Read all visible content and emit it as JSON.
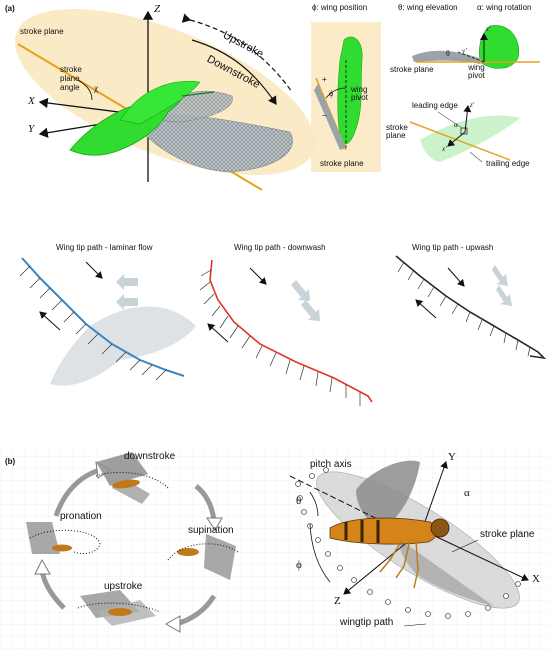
{
  "panel_a": {
    "tag": "(a)",
    "left": {
      "axis_z": "Z",
      "axis_x": "X",
      "axis_y": "Y",
      "stroke_plane": "stroke plane",
      "stroke_plane_angle": "stroke\nplane\nangle",
      "chi": "χ",
      "upstroke": "Upstroke",
      "downstroke": "Downstroke"
    },
    "legend": {
      "phi_def": "ϕ: wing position",
      "theta_def": "θ: wing elevation",
      "alpha_def": "α: wing rotation"
    },
    "inset_front": {
      "wing_pivot": "wing\npivot",
      "stroke_plane": "stroke plane",
      "phi": "ϕ",
      "plus": "+",
      "minus": "−"
    },
    "inset_side": {
      "stroke_plane": "stroke plane",
      "wing_pivot": "wing\npivot",
      "theta": "θ",
      "y_prime": "y'",
      "z_prime": "z'"
    },
    "inset_edge": {
      "leading_edge": "leading edge",
      "trailing_edge": "trailing edge",
      "stroke_plane": "stroke\nplane",
      "x_prime": "x'",
      "z_prime": "z'",
      "alpha": "α"
    }
  },
  "middle": {
    "panels": [
      {
        "title": "Wing tip path - laminar flow",
        "color": "#3b87c4"
      },
      {
        "title": "Wing tip path - downwash",
        "color": "#e0342b"
      },
      {
        "title": "Wing tip path - upwash",
        "color": "#1f2d33"
      }
    ]
  },
  "panel_b": {
    "tag": "(b)",
    "cycle": {
      "downstroke": "downstroke",
      "pronation": "pronation",
      "supination": "supination",
      "upstroke": "upstroke"
    },
    "right": {
      "pitch_axis": "pitch axis",
      "theta": "θ",
      "alpha": "α",
      "phi": "ϕ",
      "axis_y": "Y",
      "axis_x": "X",
      "axis_z": "Z",
      "stroke_plane": "stroke plane",
      "wingtip_path": "wingtip path"
    }
  },
  "colors": {
    "bird_green": "#2fdc2f",
    "plane_fill": "#fbe8c0",
    "orange_line": "#e6a21c",
    "grey_wing": "#9aa3a8",
    "arrow_grey": "#c9d2d6"
  }
}
